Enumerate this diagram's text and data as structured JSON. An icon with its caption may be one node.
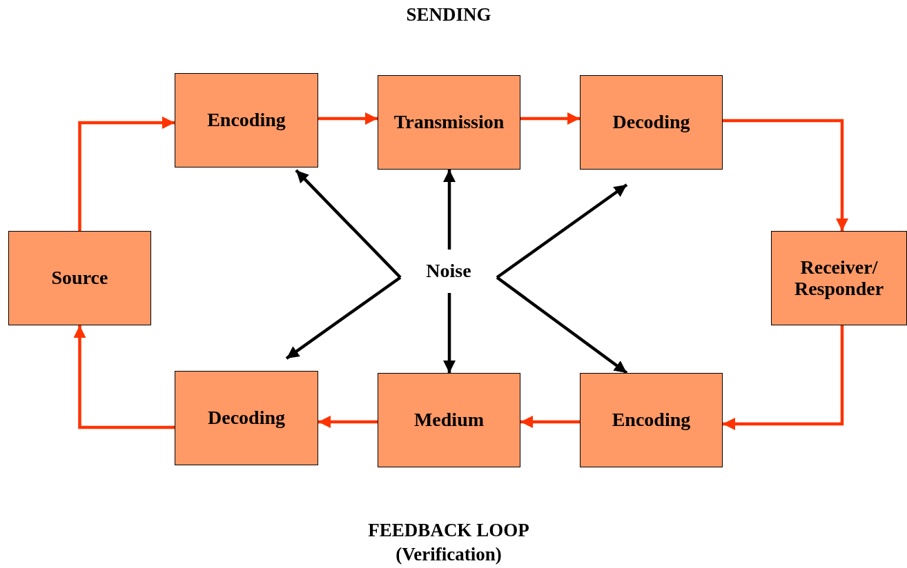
{
  "diagram": {
    "title": "SENDING",
    "nodes": [
      {
        "text": [
          "Source"
        ]
      },
      {
        "text": [
          "Encoding"
        ]
      },
      {
        "text": [
          "Transmission"
        ]
      },
      {
        "text": [
          "Decoding"
        ]
      },
      {
        "text": [
          "Receiver/ Responder"
        ]
      },
      {
        "text": [
          "Encoding"
        ]
      },
      {
        "text": [
          "Medium"
        ]
      },
      {
        "text": [
          "Decoding"
        ]
      },
      {
        "text": [
          "Noise"
        ]
      }
    ],
    "edges": [
      {
        "from": 0,
        "to": 1,
        "arrow": "to"
      },
      {
        "from": 1,
        "to": 2,
        "arrow": "to"
      },
      {
        "from": 2,
        "to": 3,
        "arrow": "to"
      },
      {
        "from": 3,
        "to": 4,
        "arrow": "to"
      },
      {
        "from": 4,
        "to": 5,
        "arrow": "to"
      },
      {
        "from": 5,
        "to": 6,
        "arrow": "to"
      },
      {
        "from": 6,
        "to": 7,
        "arrow": "to"
      },
      {
        "from": 7,
        "to": 0,
        "arrow": "to"
      },
      {
        "from": 8,
        "to": 1,
        "arrow": "to",
        "color": "#000000"
      },
      {
        "from": 8,
        "to": 2,
        "arrow": "to",
        "color": "#000000"
      },
      {
        "from": 8,
        "to": 3,
        "arrow": "to",
        "color": "#000000"
      },
      {
        "from": 8,
        "to": 7,
        "arrow": "to",
        "color": "#000000"
      },
      {
        "from": 8,
        "to": 6,
        "arrow": "to",
        "color": "#000000"
      },
      {
        "from": 8,
        "to": 5,
        "arrow": "to",
        "color": "#000000"
      }
    ],
    "labels": [
      "FEEDBACK LOOP (Verification)"
    ]
  }
}
